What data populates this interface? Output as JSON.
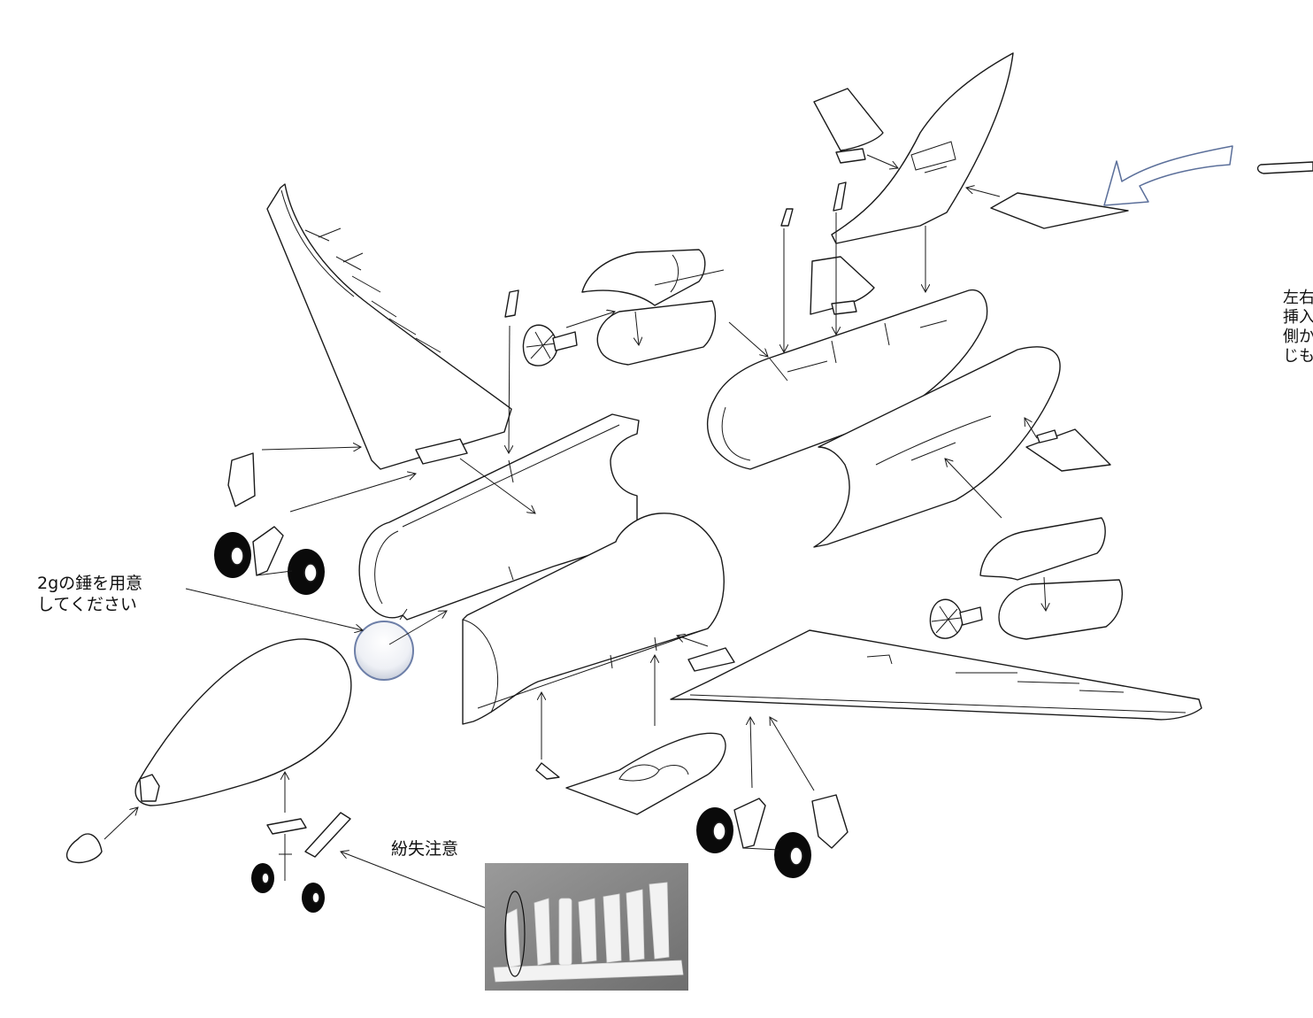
{
  "labels": {
    "weight_note_line1": "2gの錘を用意",
    "weight_note_line2": "してください",
    "lost_parts_note": "紛失注意",
    "side_note_lines": [
      "左右",
      "挿入",
      "側か",
      "じも"
    ]
  },
  "colors": {
    "line": "#1a1a1a",
    "rotation_arrow": "#5b6f9a",
    "weight_marker": "#6d7fa8",
    "photo_bg": "#8a8a8a"
  },
  "icons": {
    "weight_marker": "weight-position-circle-icon",
    "rotation_arrow": "curved-direction-arrow-icon"
  }
}
